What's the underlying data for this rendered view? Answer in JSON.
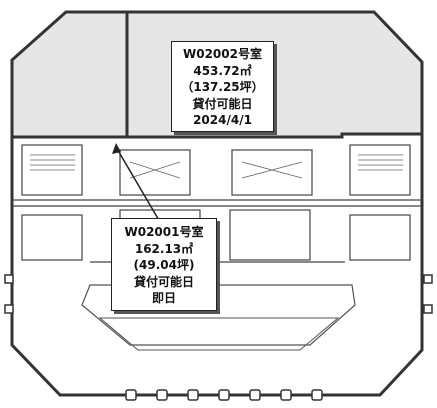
{
  "units": [
    {
      "id": "W02002号室",
      "area_sqm": "453.72㎡",
      "area_tsubo": "（137.25坪）",
      "status": "貸付可能日",
      "available": "2024/4/1"
    },
    {
      "id": "W02001号室",
      "area_sqm": "162.13㎡",
      "area_tsubo": "(49.04坪)",
      "status": "貸付可能日",
      "available": "即日"
    }
  ],
  "colors": {
    "vacant_fill": "#e6e6e6",
    "wall": "#333333",
    "line": "#555555",
    "background": "#ffffff"
  }
}
